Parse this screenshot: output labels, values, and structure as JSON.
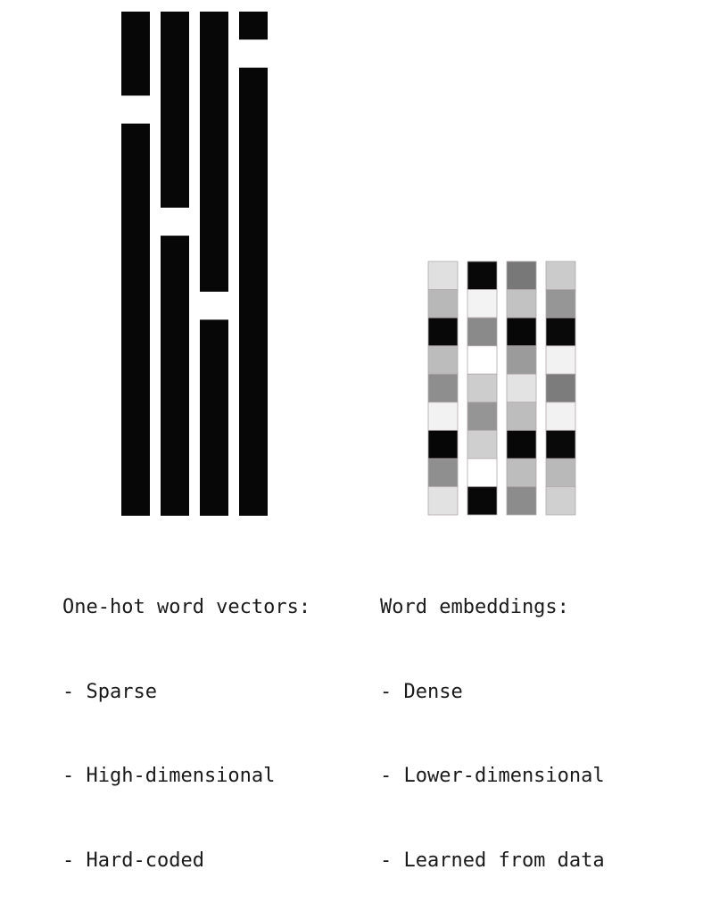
{
  "one_hot": {
    "vector_count": 4,
    "dimensions": 18,
    "hot_index": [
      3,
      7,
      10,
      1
    ],
    "on_color": "#ffffff",
    "off_color": "#070707"
  },
  "embeddings": {
    "dimensions": 9,
    "cell_values": [
      [
        "#e0e0e0",
        "#b8b8b8",
        "#080808",
        "#bcbcbc",
        "#8e8e8e",
        "#f2f2f2",
        "#060606",
        "#8f8f8f",
        "#e2e2e2"
      ],
      [
        "#080808",
        "#f3f3f3",
        "#8a8a8a",
        "#ffffff",
        "#cdcdcd",
        "#959595",
        "#cfcfcf",
        "#ffffff",
        "#080808"
      ],
      [
        "#787878",
        "#c2c2c2",
        "#070707",
        "#9b9b9b",
        "#e3e3e3",
        "#bdbdbd",
        "#070707",
        "#bdbdbd",
        "#8c8c8c"
      ],
      [
        "#cbcbcb",
        "#969696",
        "#090909",
        "#f2f2f2",
        "#7c7c7c",
        "#f2f2f2",
        "#090909",
        "#b9b9b9",
        "#d0d0d0"
      ]
    ]
  },
  "captions": {
    "one_hot": {
      "title": "One-hot word vectors:",
      "points": [
        "- Sparse",
        "- High-dimensional",
        "- Hard-coded"
      ]
    },
    "embeddings": {
      "title": "Word embeddings:",
      "points": [
        "- Dense",
        "- Lower-dimensional",
        "- Learned from data"
      ]
    }
  }
}
